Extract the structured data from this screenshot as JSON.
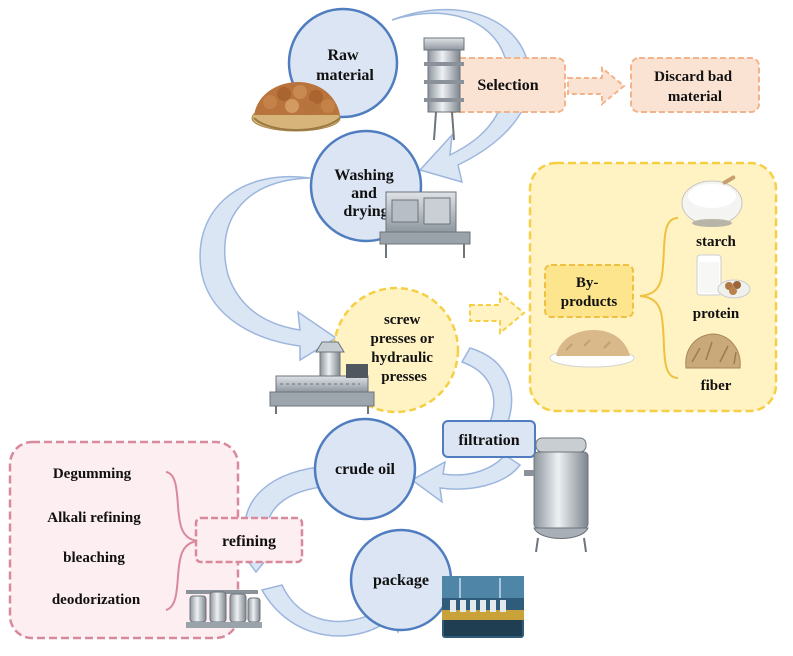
{
  "steps": {
    "raw_material": [
      "Raw",
      "material"
    ],
    "selection": "Selection",
    "discard": [
      "Discard bad",
      "material"
    ],
    "washing": [
      "Washing",
      "and",
      "drying"
    ],
    "pressing": [
      "screw",
      "presses or",
      "hydraulic",
      "presses"
    ],
    "byproducts": [
      "By-",
      "products"
    ],
    "filtration": "filtration",
    "crude_oil": "crude oil",
    "refining": "refining",
    "package": "package"
  },
  "byproduct_items": {
    "starch": "starch",
    "protein": "protein",
    "fiber": "fiber"
  },
  "refining_steps": {
    "degumming": "Degumming",
    "alkali": "Alkali refining",
    "bleaching": "bleaching",
    "deodorization": "deodorization"
  },
  "colors": {
    "flow_arrow_fill": "#dbe6f5",
    "flow_arrow_stroke": "#9db6dd",
    "main_circle_fill": "#dbe5f4",
    "main_circle_stroke": "#4f7dbf",
    "selection_fill": "#fbe3d3",
    "selection_stroke": "#f2b48c",
    "byproduct_fill": "#fff3c4",
    "byproduct_stroke": "#f5cf45",
    "byproduct_chip_fill": "#fde58d",
    "refining_fill": "#fdeef1",
    "refining_stroke": "#d88a9c",
    "bracket_yellow": "#f0c040",
    "bracket_pink": "#d88a9c"
  },
  "icons": [
    "peanut-basket-icon",
    "selection-machine-icon",
    "washing-drying-machine-icon",
    "screw-press-machine-icon",
    "starch-bowl-icon",
    "protein-milk-icon",
    "fiber-pile-icon",
    "byproduct-powder-icon",
    "filter-tank-icon",
    "refining-tanks-icon",
    "packaging-line-icon"
  ]
}
